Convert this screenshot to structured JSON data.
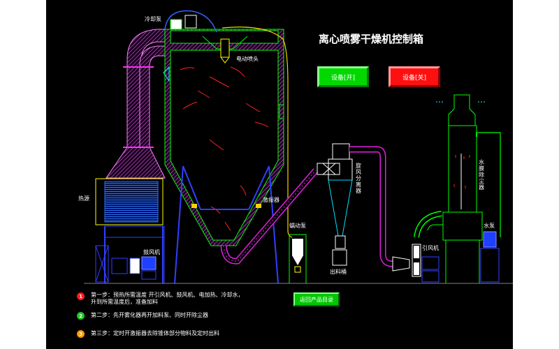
{
  "title": "离心喷雾干燥机控制箱",
  "buttons": {
    "on": "设备[开]",
    "off": "设备[关]",
    "back": "返回产品目录"
  },
  "labels": {
    "cooling_pump": "冷却泵",
    "electric_nozzle": "电动喷头",
    "heat_source": "热源",
    "blower": "鼓风机",
    "vibrator": "激振器",
    "peristaltic_pump": "蠕动泵",
    "discharge_bucket": "出料桶",
    "cyclone_separator": "旋风分离器",
    "induced_fan": "引风机",
    "water_film_scrubber": "水膜除尘器",
    "water_pump": "水泵"
  },
  "steps": [
    {
      "num": "1",
      "color": "#ff1a1a",
      "line1": "第一步：预热所需温度    开引风机、鼓风机、电加热、冷却水，",
      "line2": "升到所需温度后，准备加料"
    },
    {
      "num": "2",
      "color": "#1fc81f",
      "line1": "第二步：先开雾化器再开加料泵、同时开除尘器",
      "line2": ""
    },
    {
      "num": "3",
      "color": "#ff9a00",
      "line1": "第三步：定时开激振器去除锥体部分物料及定时出料",
      "line2": ""
    }
  ],
  "colors": {
    "equipment_line": "#00ff00",
    "hatch": "#e060e0",
    "duct": "#e020e0",
    "coil": "#2060ff",
    "stand": "#3040ff",
    "cyclone": "#00e0ff",
    "button_on": "#00d800",
    "button_off": "#ff1010"
  }
}
